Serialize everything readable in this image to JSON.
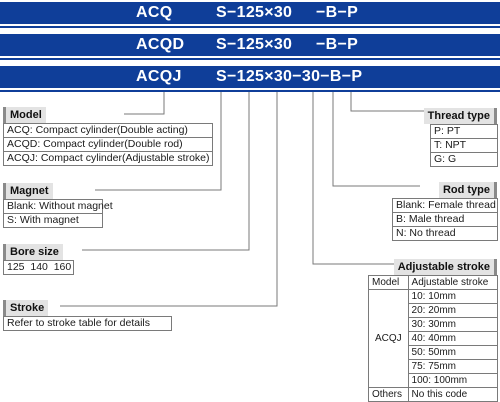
{
  "codes": [
    {
      "series": "ACQ",
      "spec": "S−125×30",
      "suffix": "−B−P"
    },
    {
      "series": "ACQD",
      "spec": "S−125×30",
      "suffix": "−B−P"
    },
    {
      "series": "ACQJ",
      "spec": "S−125×30−30−B−P",
      "suffix": ""
    }
  ],
  "colors": {
    "band": "#0f3e99",
    "line": "#7a7a7a",
    "label_bg": "#e3e3e3"
  },
  "model": {
    "title": "Model",
    "items": [
      "ACQ: Compact cylinder(Double acting)",
      "ACQD: Compact cylinder(Double rod)",
      "ACQJ: Compact cylinder(Adjustable stroke)"
    ]
  },
  "magnet": {
    "title": "Magnet",
    "items": [
      "Blank: Without magnet",
      "S: With magnet"
    ]
  },
  "bore_size": {
    "title": "Bore size",
    "items": [
      "125  140  160"
    ]
  },
  "stroke": {
    "title": "Stroke",
    "items": [
      "Refer to stroke table for details"
    ]
  },
  "thread_type": {
    "title": "Thread type",
    "items": [
      "P: PT",
      "T: NPT",
      "G: G"
    ]
  },
  "rod_type": {
    "title": "Rod type",
    "items": [
      "Blank: Female thread",
      "B: Male thread",
      "N: No thread"
    ]
  },
  "adjustable_stroke": {
    "title": "Adjustable stroke",
    "header": [
      "Model",
      "Adjustable stroke"
    ],
    "model": "ACQJ",
    "values": [
      "10: 10mm",
      "20: 20mm",
      "30: 30mm",
      "40: 40mm",
      "50: 50mm",
      "75: 75mm",
      "100: 100mm"
    ],
    "others_label": "Others",
    "others_value": "No this code"
  }
}
